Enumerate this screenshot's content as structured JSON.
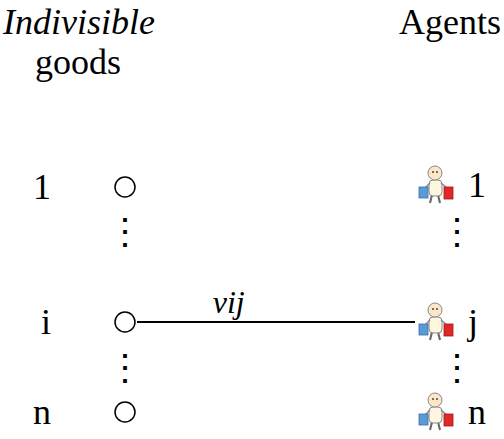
{
  "diagram": {
    "nodes": [
      {
        "text": [
          "1"
        ]
      },
      {
        "text": [
          "i"
        ]
      },
      {
        "text": [
          "n"
        ]
      },
      {
        "text": [
          "1"
        ]
      },
      {
        "text": [
          "j"
        ]
      },
      {
        "text": [
          "n"
        ]
      }
    ],
    "edges": [
      {
        "from": 1,
        "to": 4,
        "arrow": "none",
        "label": "vij"
      }
    ],
    "labels": [
      "Indivisible",
      "goods",
      "Agents",
      "⋮",
      "⋮",
      "⋮",
      "⋮"
    ]
  }
}
